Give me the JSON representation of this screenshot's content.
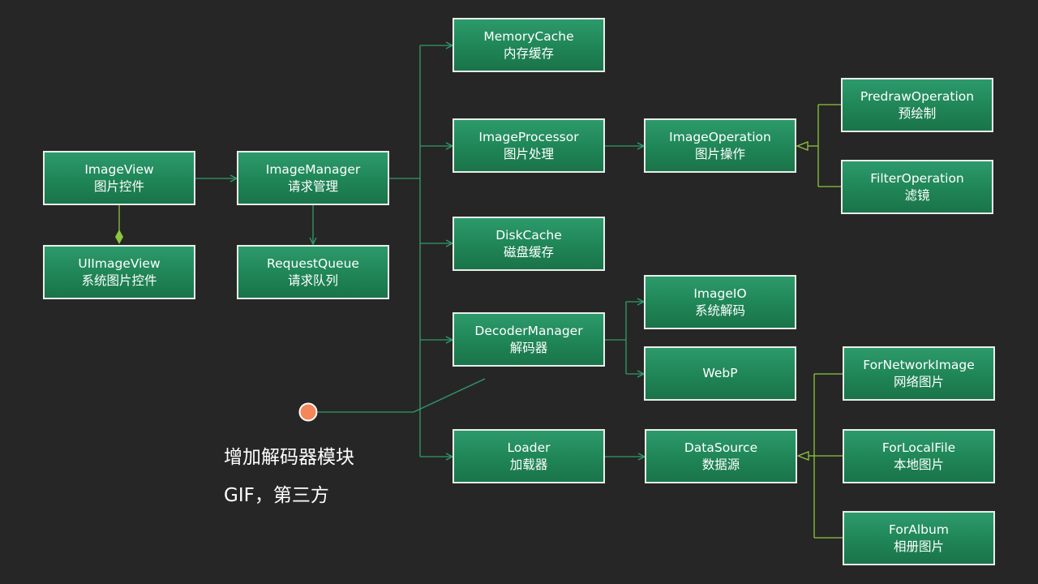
{
  "nodes": {
    "image_view": {
      "title": "ImageView",
      "subtitle": "图片控件"
    },
    "ui_image_view": {
      "title": "UIImageView",
      "subtitle": "系统图片控件"
    },
    "image_manager": {
      "title": "ImageManager",
      "subtitle": "请求管理"
    },
    "request_queue": {
      "title": "RequestQueue",
      "subtitle": "请求队列"
    },
    "memory_cache": {
      "title": "MemoryCache",
      "subtitle": "内存缓存"
    },
    "image_processor": {
      "title": "ImageProcessor",
      "subtitle": "图片处理"
    },
    "disk_cache": {
      "title": "DiskCache",
      "subtitle": "磁盘缓存"
    },
    "decoder_manager": {
      "title": "DecoderManager",
      "subtitle": "解码器"
    },
    "loader": {
      "title": "Loader",
      "subtitle": "加载器"
    },
    "image_operation": {
      "title": "ImageOperation",
      "subtitle": "图片操作"
    },
    "image_io": {
      "title": "ImageIO",
      "subtitle": "系统解码"
    },
    "webp": {
      "title": "WebP",
      "subtitle": ""
    },
    "data_source": {
      "title": "DataSource",
      "subtitle": "数据源"
    },
    "predraw_operation": {
      "title": "PredrawOperation",
      "subtitle": "预绘制"
    },
    "filter_operation": {
      "title": "FilterOperation",
      "subtitle": "滤镜"
    },
    "for_network_image": {
      "title": "ForNetworkImage",
      "subtitle": "网络图片"
    },
    "for_local_file": {
      "title": "ForLocalFile",
      "subtitle": "本地图片"
    },
    "for_album": {
      "title": "ForAlbum",
      "subtitle": "相册图片"
    }
  },
  "annotation": {
    "line1": "增加解码器模块",
    "line2": "GIF，第三方"
  },
  "colors": {
    "node_fill": "#1f8556",
    "node_border": "#e8eee9",
    "connector": "#2f9d6a",
    "inheritance": "#8cc63e",
    "composition": "#8cc63e",
    "marker_dot": "#f4865a",
    "background": "#262626"
  }
}
